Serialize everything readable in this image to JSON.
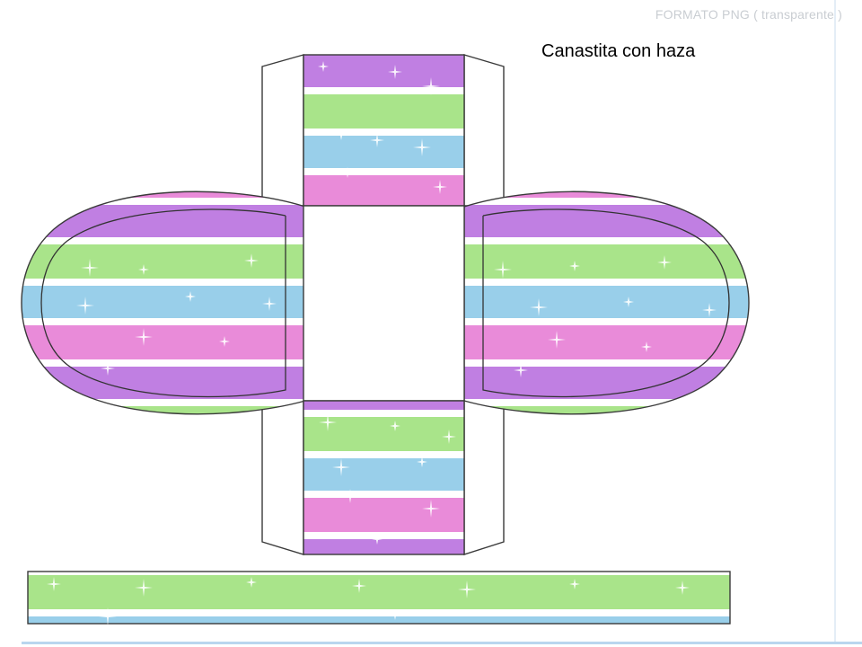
{
  "header": {
    "watermark": "FORMATO PNG ( transparente )",
    "title": "Canastita con haza"
  },
  "palette": {
    "purple": "#c07fe2",
    "green": "#a9e48a",
    "blue": "#99cfea",
    "pink": "#e98bd9",
    "white": "#ffffff",
    "outline": "#3a3a3a",
    "sparkle": "#ffffff"
  },
  "template": {
    "pieces": [
      "top-panel",
      "top-flaps",
      "center-base",
      "left-oval",
      "right-oval",
      "bottom-panel",
      "bottom-flaps",
      "handle-strip"
    ]
  }
}
